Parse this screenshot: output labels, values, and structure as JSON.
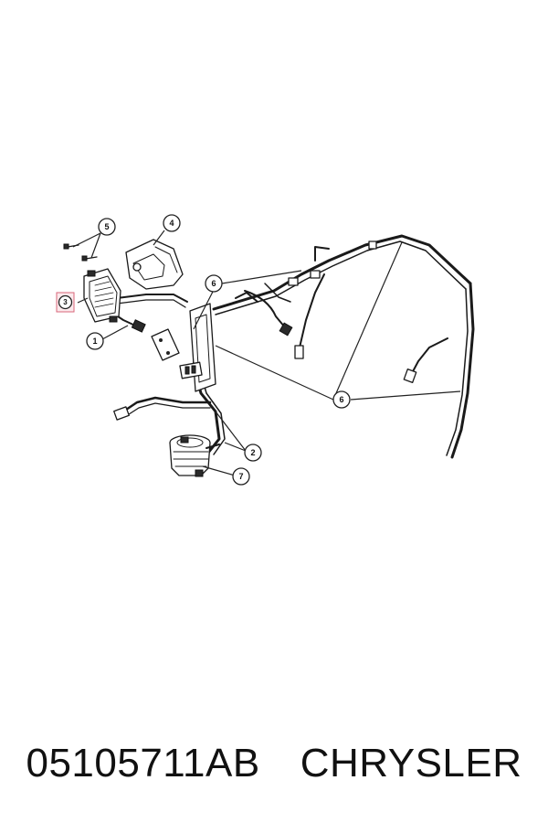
{
  "callouts": [
    {
      "id": "1",
      "label": "1"
    },
    {
      "id": "2",
      "label": "2"
    },
    {
      "id": "3",
      "label": "3",
      "highlighted": true
    },
    {
      "id": "4",
      "label": "4"
    },
    {
      "id": "5",
      "label": "5"
    },
    {
      "id": "6a",
      "label": "6"
    },
    {
      "id": "6b",
      "label": "6"
    },
    {
      "id": "7",
      "label": "7"
    }
  ],
  "caption": {
    "part_number": "05105711AB",
    "brand": "CHRYSLER"
  },
  "colors": {
    "line": "#1a1a1a",
    "highlight_fill": "#fbe9ec",
    "highlight_stroke": "#d9667a"
  }
}
